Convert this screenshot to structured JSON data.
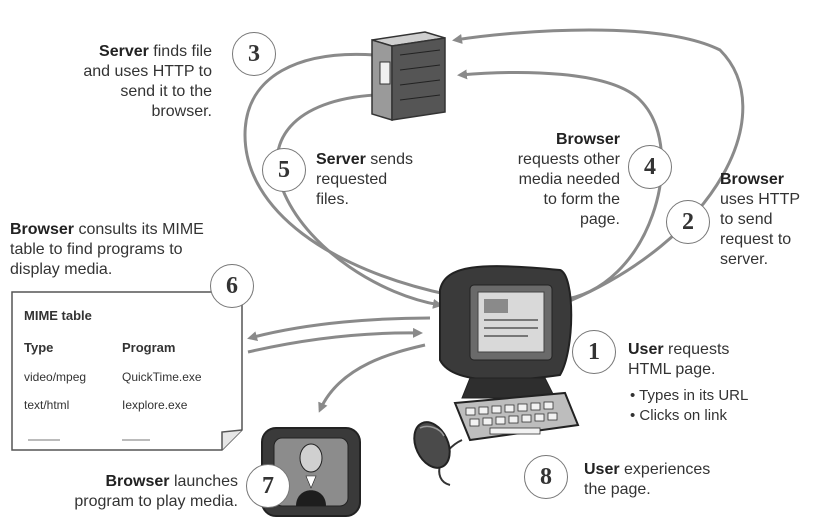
{
  "steps": [
    {
      "num": "1",
      "bold": "User",
      "text": " requests\nHTML page."
    },
    {
      "num": "2",
      "bold": "Browser",
      "text": "\nuses HTTP\nto send\nrequest to\nserver."
    },
    {
      "num": "3",
      "bold": "Server",
      "text": " finds file\nand uses HTTP to\nsend it to the\nbrowser."
    },
    {
      "num": "4",
      "bold": "Browser",
      "text": "\nrequests other\nmedia needed\nto form the\npage."
    },
    {
      "num": "5",
      "bold": "Server",
      "text": " sends\nrequested\nfiles."
    },
    {
      "num": "6",
      "bold": "Browser",
      "text": " consults its MIME\ntable to find programs to\ndisplay media."
    },
    {
      "num": "7",
      "bold": "Browser",
      "text": " launches\nprogram to play media."
    },
    {
      "num": "8",
      "bold": "User",
      "text": " experiences\nthe page."
    }
  ],
  "step1_bullets": [
    "• Types in its URL",
    "• Clicks on link"
  ],
  "mime_table": {
    "title": "MIME table",
    "headers": [
      "Type",
      "Program"
    ],
    "rows": [
      [
        "video/mpeg",
        "QuickTime.exe"
      ],
      [
        "text/html",
        "Iexplore.exe"
      ]
    ]
  },
  "colors": {
    "arrow": "#8a8a8a",
    "circle_border": "#777777",
    "text": "#333333",
    "monitor": "#3a3a3a"
  },
  "icons": [
    "server-tower-icon",
    "desktop-computer-icon",
    "keyboard-icon",
    "mouse-icon",
    "tv-screen-icon"
  ]
}
